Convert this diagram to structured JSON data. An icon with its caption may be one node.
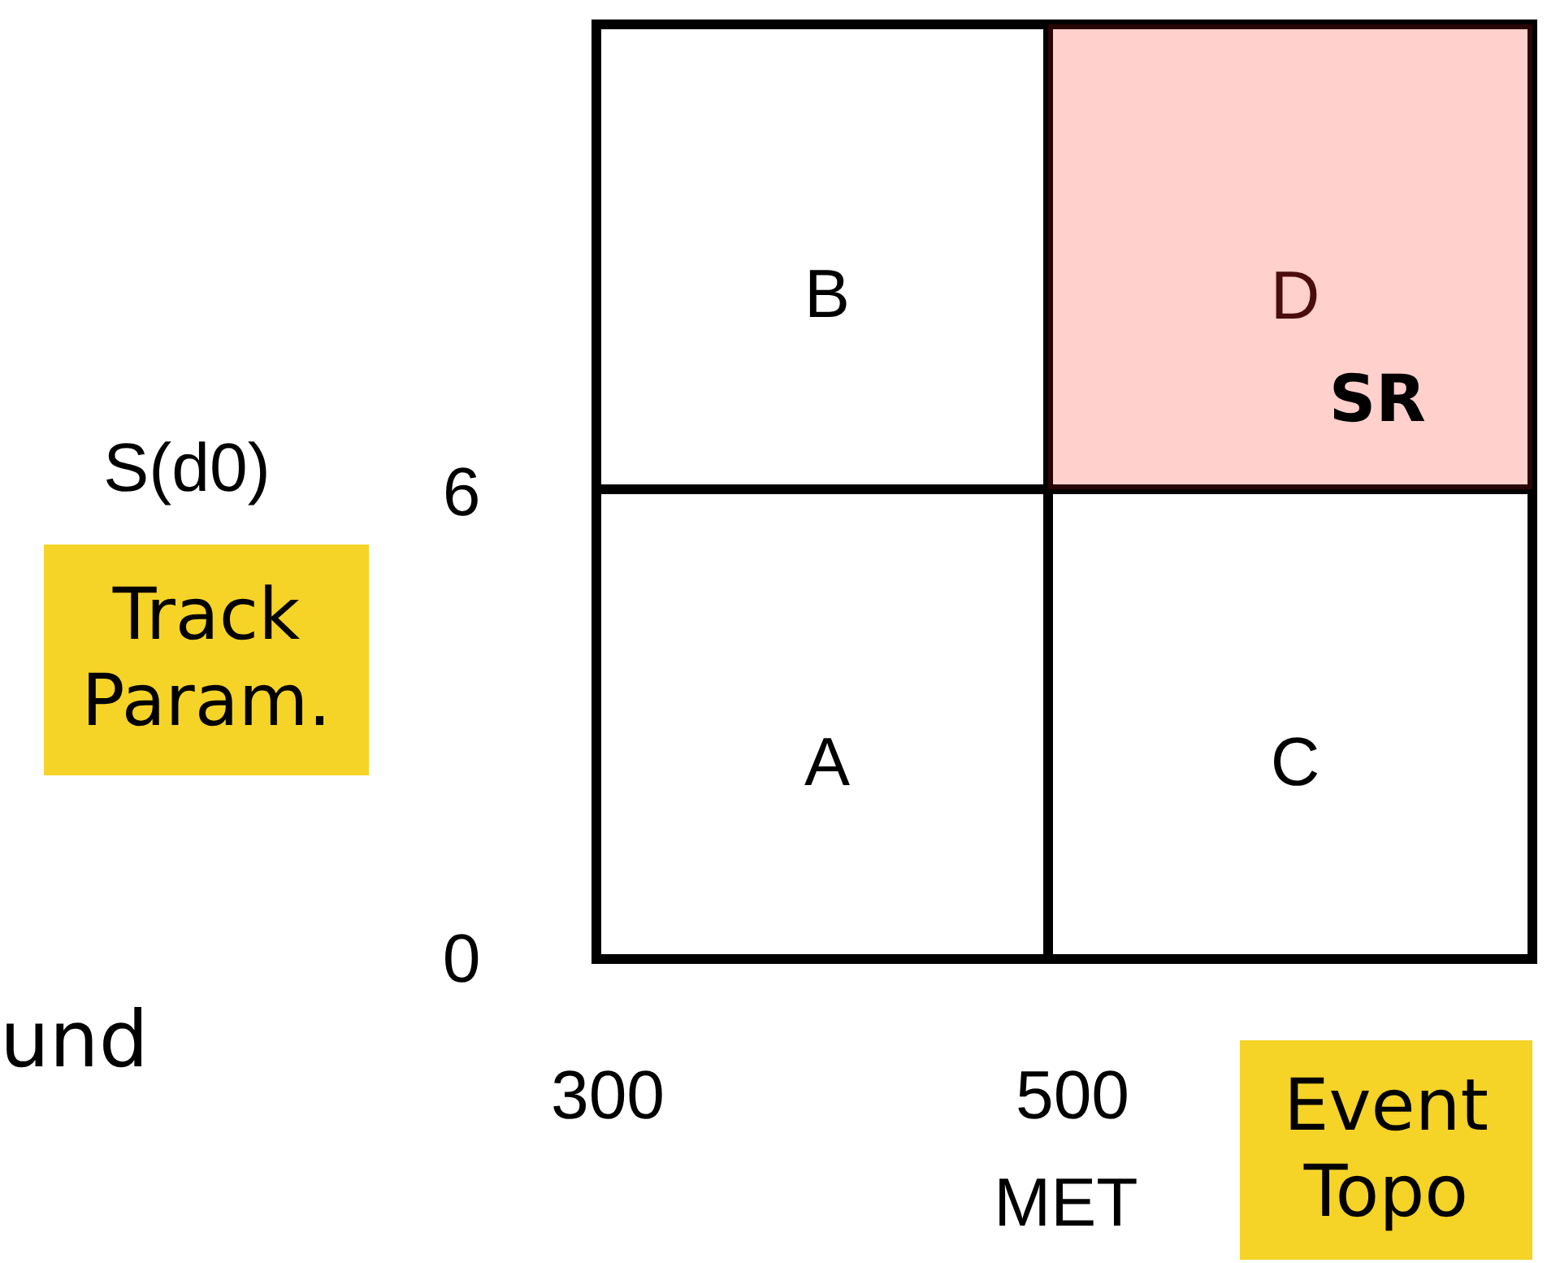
{
  "diagram": {
    "nodes": [
      {
        "text": [
          "B"
        ]
      },
      {
        "text": [
          "D",
          "SR"
        ]
      },
      {
        "text": [
          "Track Param."
        ]
      },
      {
        "text": [
          "A"
        ]
      },
      {
        "text": [
          "C"
        ]
      },
      {
        "text": [
          "Event Topo"
        ]
      }
    ],
    "labels": [
      "S(d0)",
      "6",
      "0",
      "und",
      "300",
      "500",
      "MET"
    ]
  }
}
